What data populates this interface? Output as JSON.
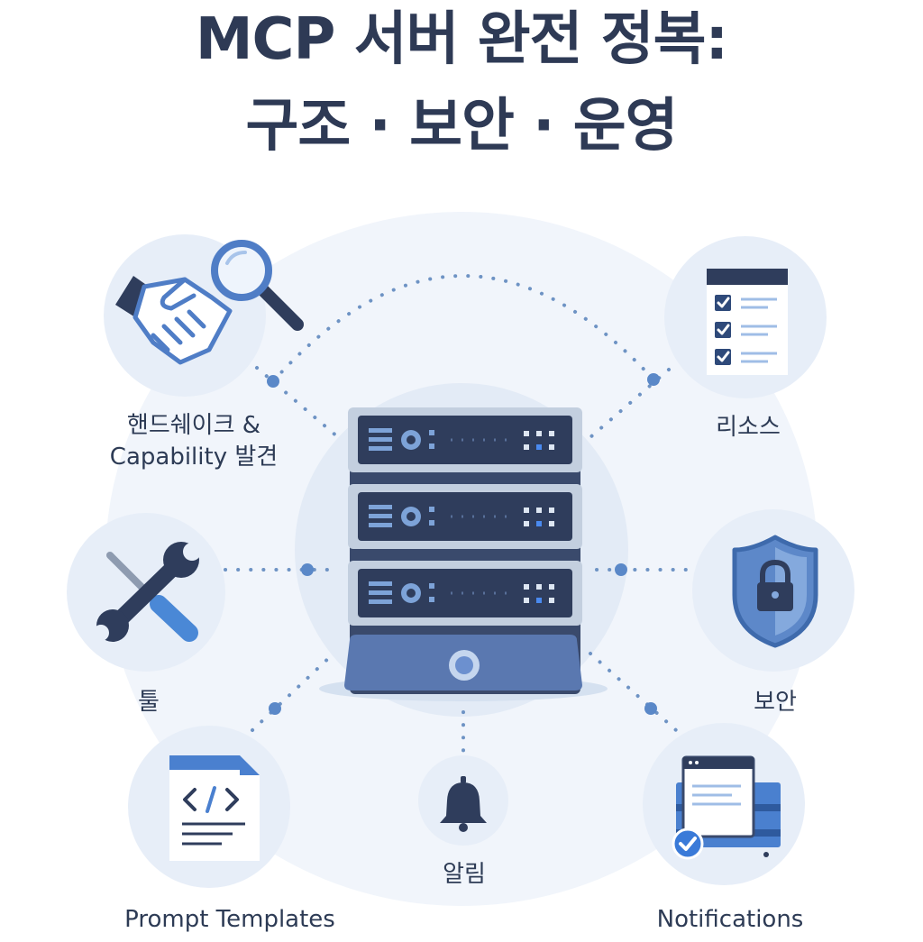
{
  "title": {
    "line1": "MCP 서버 완전 정복:",
    "line2": "구조 · 보안 · 운영"
  },
  "features": {
    "handshake": {
      "line1": "핸드쉐이크 &",
      "line2": "Capability 발견",
      "icon": "handshake-magnifier-icon"
    },
    "resources": {
      "label": "리소스",
      "icon": "checklist-document-icon"
    },
    "tools": {
      "label": "툴",
      "icon": "wrench-screwdriver-icon"
    },
    "security": {
      "label": "보안",
      "icon": "shield-lock-icon"
    },
    "prompts": {
      "label": "Prompt Templates",
      "icon": "code-document-icon"
    },
    "alerts": {
      "label": "알림",
      "icon": "bell-icon"
    },
    "notifications": {
      "label": "Notifications",
      "icon": "browser-window-check-icon"
    }
  },
  "center": {
    "icon": "server-rack-icon"
  },
  "colors": {
    "title": "#2e3a55",
    "navy": "#2f3d5c",
    "blue": "#4a7fd0",
    "lightBlue": "#9cc0ee",
    "bgCircle": "#eef3fa",
    "dots": "#6e93c4"
  }
}
